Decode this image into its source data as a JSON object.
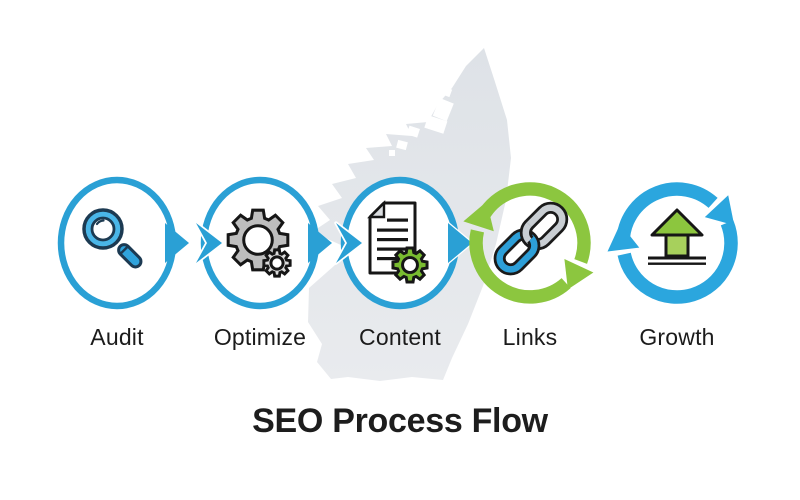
{
  "title": "SEO Process Flow",
  "steps": [
    {
      "label": "Audit",
      "icon": "magnifier-icon"
    },
    {
      "label": "Optimize",
      "icon": "gears-icon"
    },
    {
      "label": "Content",
      "icon": "document-gear-icon"
    },
    {
      "label": "Links",
      "icon": "chain-links-icon",
      "ring": "green-cycle-arrows"
    },
    {
      "label": "Growth",
      "icon": "up-arrow-icon",
      "ring": "blue-cycle-arrows"
    }
  ],
  "connectors": [
    {
      "from": "Audit",
      "to": "Optimize",
      "style": "triangle-plus-chevron"
    },
    {
      "from": "Optimize",
      "to": "Content",
      "style": "triangle-plus-chevron"
    },
    {
      "from": "Content",
      "to": "Links",
      "style": "triangle"
    }
  ],
  "background": {
    "shape": "map-silhouette"
  },
  "colors": {
    "accent_blue": "#2AA0D5",
    "cycle_blue": "#2BA6DE",
    "accent_green": "#8CC63F",
    "map_gray": "#E3E6EA",
    "text": "#1B1B1B"
  }
}
